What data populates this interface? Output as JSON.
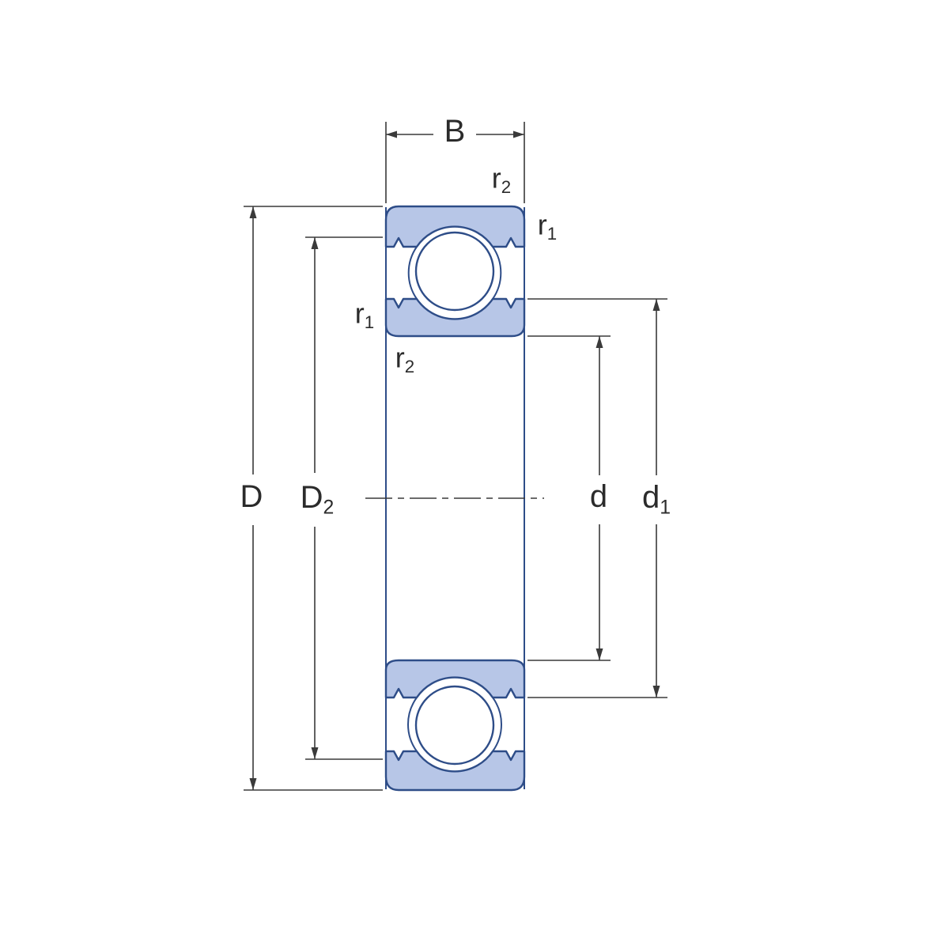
{
  "colors": {
    "ring_fill": "#b7c6e7",
    "ring_stroke": "#2e4d88",
    "dim": "#3a3a3a",
    "text": "#2b2b2b",
    "background": "#ffffff"
  },
  "labels": {
    "b": {
      "main": "B",
      "sub": ""
    },
    "r2_top": {
      "main": "r",
      "sub": "2"
    },
    "r1_top": {
      "main": "r",
      "sub": "1"
    },
    "r1_mid": {
      "main": "r",
      "sub": "1"
    },
    "r2_mid": {
      "main": "r",
      "sub": "2"
    },
    "D": {
      "main": "D",
      "sub": ""
    },
    "D2": {
      "main": "D",
      "sub": "2"
    },
    "d": {
      "main": "d",
      "sub": ""
    },
    "d1": {
      "main": "d",
      "sub": "1"
    }
  }
}
